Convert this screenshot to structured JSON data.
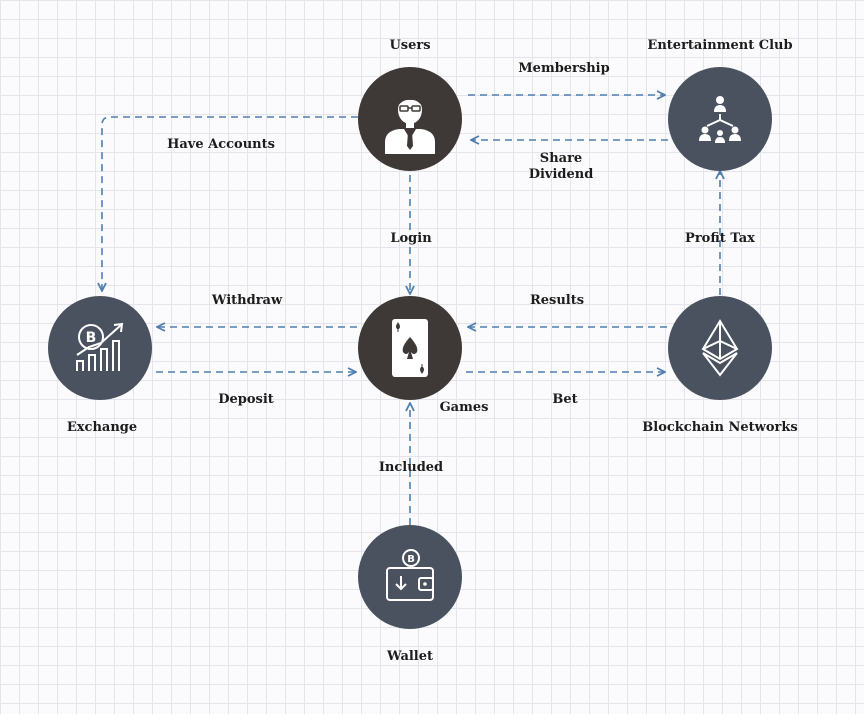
{
  "nodes": {
    "users": {
      "label": "Users",
      "color": "#3e3836"
    },
    "entertainment_club": {
      "label": "Entertainment Club",
      "color": "#4a5260"
    },
    "exchange": {
      "label": "Exchange",
      "color": "#4a5260"
    },
    "games": {
      "label": "Games",
      "color": "#3e3836"
    },
    "blockchain": {
      "label": "Blockchain Networks",
      "color": "#4a5260"
    },
    "wallet": {
      "label": "Wallet",
      "color": "#4a5260"
    }
  },
  "edges": {
    "membership": "Membership",
    "share_dividend_line1": "Share",
    "share_dividend_line2": "Dividend",
    "have_accounts": "Have Accounts",
    "login": "Login",
    "profit_tax": "Profit Tax",
    "withdraw": "Withdraw",
    "results": "Results",
    "deposit": "Deposit",
    "bet": "Bet",
    "included": "Included"
  },
  "arrow_color": "#4f7fae"
}
